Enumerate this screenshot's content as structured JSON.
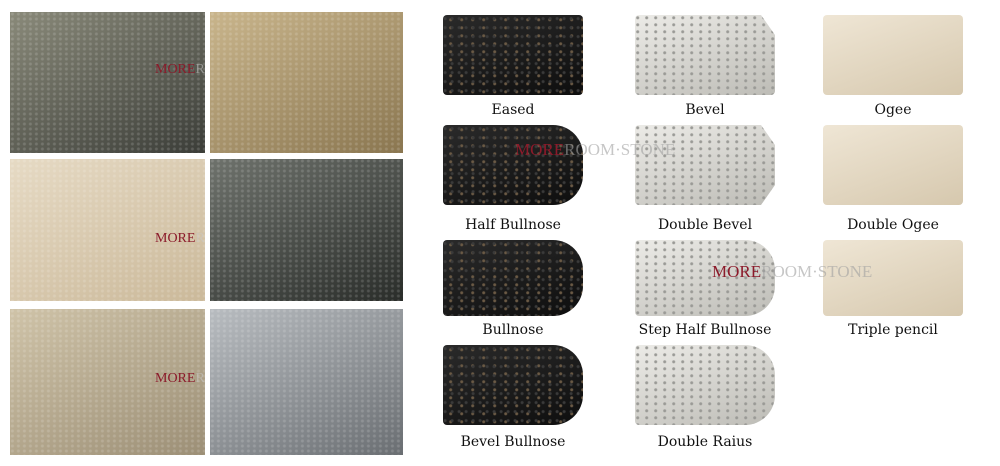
{
  "watermark": {
    "brand": "MORE",
    "rest": "ROOM·STONE"
  },
  "photos": [
    {
      "desc": "granite-slab-stack",
      "color1": "#8a8a7a",
      "color2": "#3b3d38"
    },
    {
      "desc": "yellow-granite-edges",
      "color1": "#c9b58c",
      "color2": "#8a7650"
    },
    {
      "desc": "beige-quartz-countertop",
      "color1": "#e6dac4",
      "color2": "#cbb99a"
    },
    {
      "desc": "dark-granite-countertop",
      "color1": "#6e726c",
      "color2": "#2a2d2a"
    },
    {
      "desc": "granite-edge-closeup",
      "color1": "#cfc3a8",
      "color2": "#9c8f76"
    },
    {
      "desc": "grey-granite-sink-cutouts",
      "color1": "#b8bcc0",
      "color2": "#6a6e72"
    }
  ],
  "profiles": [
    {
      "label": "Eased",
      "material": "black"
    },
    {
      "label": "Bevel",
      "material": "grey"
    },
    {
      "label": "Ogee",
      "material": "beige"
    },
    {
      "label": "Half Bullnose",
      "material": "black"
    },
    {
      "label": "Double Bevel",
      "material": "grey"
    },
    {
      "label": "Double Ogee",
      "material": "beige"
    },
    {
      "label": "Bullnose",
      "material": "black"
    },
    {
      "label": "Step Half Bullnose",
      "material": "grey"
    },
    {
      "label": "Triple pencil",
      "material": "beige"
    },
    {
      "label": "Bevel Bullnose",
      "material": "black"
    },
    {
      "label": "Double Raius",
      "material": "grey"
    }
  ]
}
